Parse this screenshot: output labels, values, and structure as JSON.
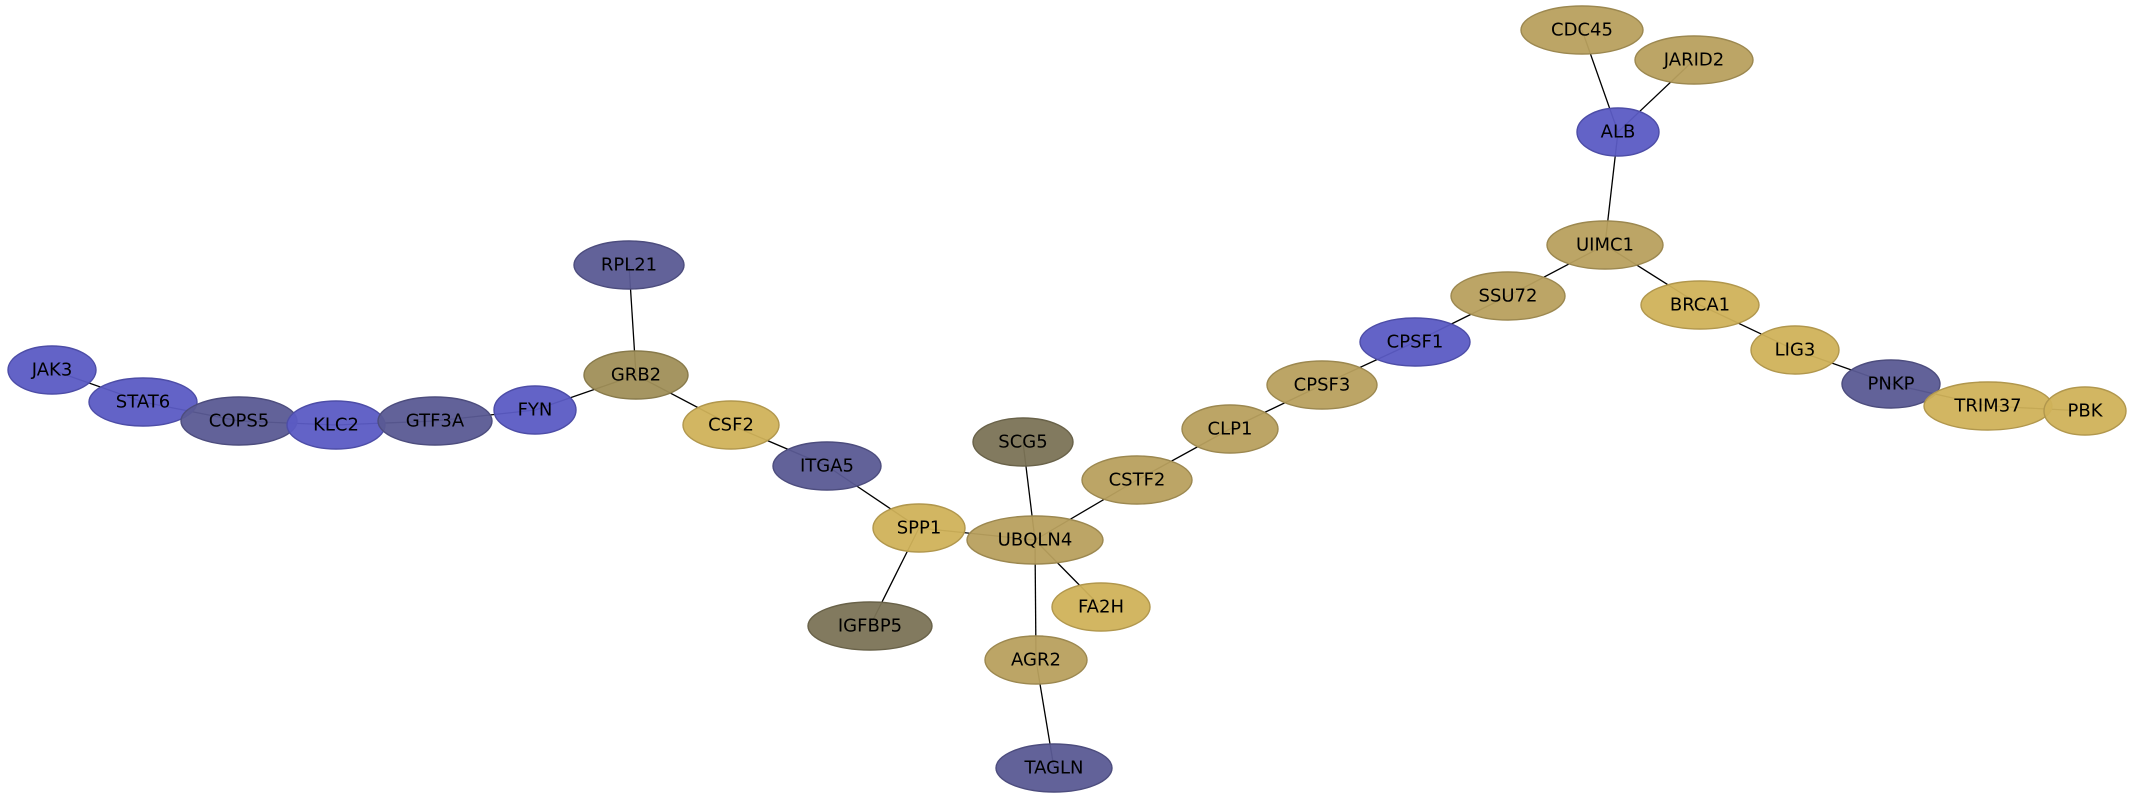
{
  "colors": {
    "blue": "#5B5BC4",
    "slate": "#5A5A94",
    "gold": "#D0B25A",
    "tan": "#B8A05E",
    "olive": "#A08F58",
    "grey_olive": "#7B7356"
  },
  "nodes": [
    {
      "id": "JAK3",
      "label": "JAK3",
      "color": "blue"
    },
    {
      "id": "STAT6",
      "label": "STAT6",
      "color": "blue"
    },
    {
      "id": "COPS5",
      "label": "COPS5",
      "color": "slate"
    },
    {
      "id": "KLC2",
      "label": "KLC2",
      "color": "blue"
    },
    {
      "id": "GTF3A",
      "label": "GTF3A",
      "color": "slate"
    },
    {
      "id": "FYN",
      "label": "FYN",
      "color": "blue"
    },
    {
      "id": "RPL21",
      "label": "RPL21",
      "color": "slate"
    },
    {
      "id": "GRB2",
      "label": "GRB2",
      "color": "olive"
    },
    {
      "id": "CSF2",
      "label": "CSF2",
      "color": "gold"
    },
    {
      "id": "ITGA5",
      "label": "ITGA5",
      "color": "slate"
    },
    {
      "id": "SPP1",
      "label": "SPP1",
      "color": "gold"
    },
    {
      "id": "IGFBP5",
      "label": "IGFBP5",
      "color": "grey_olive"
    },
    {
      "id": "SCG5",
      "label": "SCG5",
      "color": "grey_olive"
    },
    {
      "id": "UBQLN4",
      "label": "UBQLN4",
      "color": "tan"
    },
    {
      "id": "FA2H",
      "label": "FA2H",
      "color": "gold"
    },
    {
      "id": "AGR2",
      "label": "AGR2",
      "color": "tan"
    },
    {
      "id": "TAGLN",
      "label": "TAGLN",
      "color": "slate"
    },
    {
      "id": "CSTF2",
      "label": "CSTF2",
      "color": "tan"
    },
    {
      "id": "CLP1",
      "label": "CLP1",
      "color": "tan"
    },
    {
      "id": "CPSF3",
      "label": "CPSF3",
      "color": "tan"
    },
    {
      "id": "CPSF1",
      "label": "CPSF1",
      "color": "blue"
    },
    {
      "id": "SSU72",
      "label": "SSU72",
      "color": "tan"
    },
    {
      "id": "UIMC1",
      "label": "UIMC1",
      "color": "tan"
    },
    {
      "id": "ALB",
      "label": "ALB",
      "color": "blue"
    },
    {
      "id": "CDC45",
      "label": "CDC45",
      "color": "tan"
    },
    {
      "id": "JARID2",
      "label": "JARID2",
      "color": "tan"
    },
    {
      "id": "BRCA1",
      "label": "BRCA1",
      "color": "gold"
    },
    {
      "id": "LIG3",
      "label": "LIG3",
      "color": "gold"
    },
    {
      "id": "PNKP",
      "label": "PNKP",
      "color": "slate"
    },
    {
      "id": "TRIM37",
      "label": "TRIM37",
      "color": "gold"
    },
    {
      "id": "PBK",
      "label": "PBK",
      "color": "gold"
    }
  ],
  "edges": [
    [
      "JAK3",
      "STAT6"
    ],
    [
      "STAT6",
      "COPS5"
    ],
    [
      "COPS5",
      "KLC2"
    ],
    [
      "KLC2",
      "GTF3A"
    ],
    [
      "GTF3A",
      "FYN"
    ],
    [
      "FYN",
      "GRB2"
    ],
    [
      "RPL21",
      "GRB2"
    ],
    [
      "GRB2",
      "CSF2"
    ],
    [
      "CSF2",
      "ITGA5"
    ],
    [
      "ITGA5",
      "SPP1"
    ],
    [
      "SPP1",
      "IGFBP5"
    ],
    [
      "SPP1",
      "UBQLN4"
    ],
    [
      "SCG5",
      "UBQLN4"
    ],
    [
      "UBQLN4",
      "FA2H"
    ],
    [
      "UBQLN4",
      "AGR2"
    ],
    [
      "AGR2",
      "TAGLN"
    ],
    [
      "UBQLN4",
      "CSTF2"
    ],
    [
      "CSTF2",
      "CLP1"
    ],
    [
      "CLP1",
      "CPSF3"
    ],
    [
      "CPSF3",
      "CPSF1"
    ],
    [
      "CPSF1",
      "SSU72"
    ],
    [
      "SSU72",
      "UIMC1"
    ],
    [
      "UIMC1",
      "ALB"
    ],
    [
      "ALB",
      "CDC45"
    ],
    [
      "ALB",
      "JARID2"
    ],
    [
      "UIMC1",
      "BRCA1"
    ],
    [
      "BRCA1",
      "LIG3"
    ],
    [
      "LIG3",
      "PNKP"
    ],
    [
      "PNKP",
      "TRIM37"
    ],
    [
      "TRIM37",
      "PBK"
    ]
  ]
}
